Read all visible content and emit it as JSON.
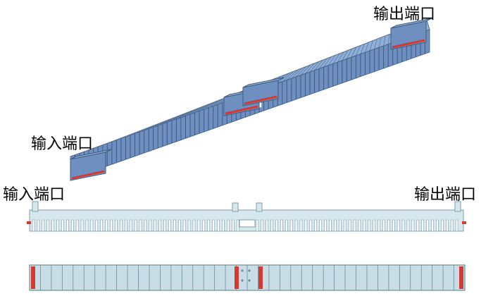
{
  "labels": {
    "iso_input": "输入端口",
    "iso_output": "输出端口",
    "side_input": "输入端口",
    "side_output": "输出端口"
  },
  "colors": {
    "face_top": "#8FAFD6",
    "face_side": "#6E8FBF",
    "face_dark": "#55739F",
    "slot_line": "#3D5A82",
    "port_accent": "#D23A32",
    "side_fill": "#D6E8EE",
    "side_edge": "#7F9EAA",
    "bottom_fill": "#C9DDE6",
    "bottom_edge": "#6E8D99"
  }
}
